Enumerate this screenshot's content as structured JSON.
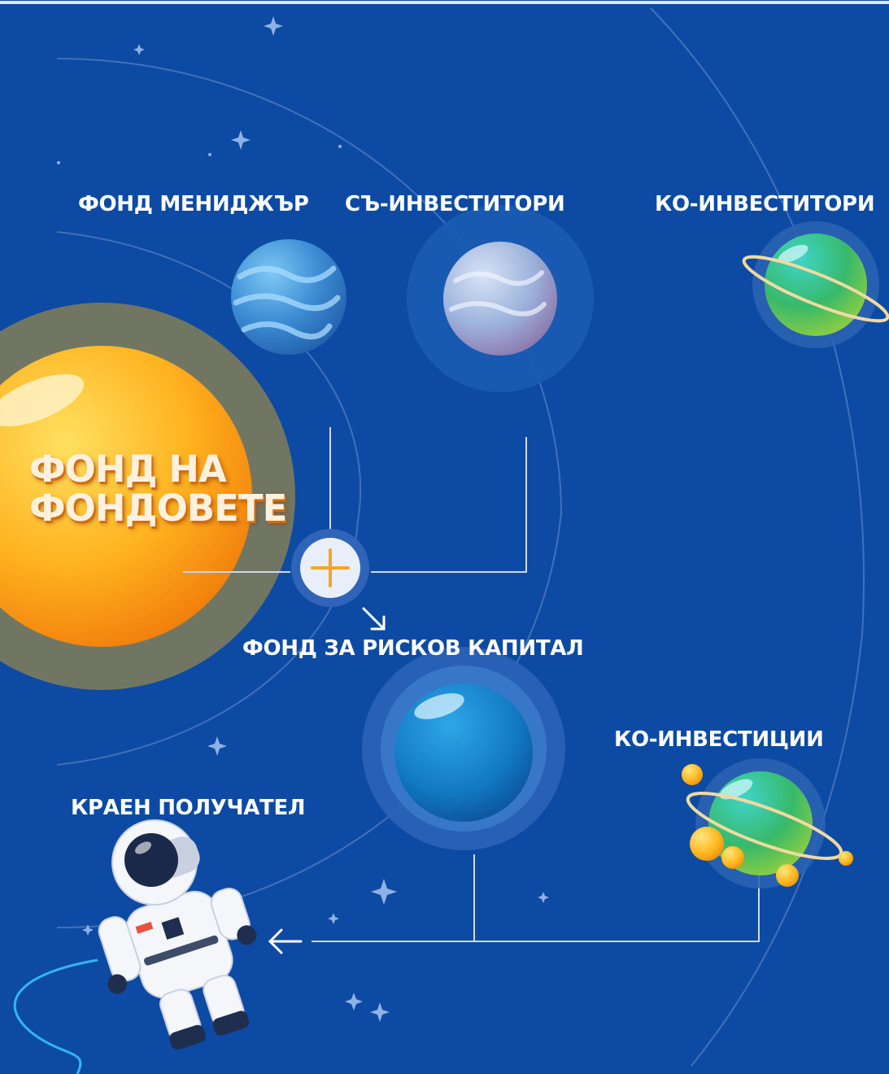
{
  "diagram": {
    "center": {
      "title_line1": "ФОНД НА",
      "title_line2": "ФОНДОВЕТЕ"
    },
    "labels": {
      "fund_manager": "ФОНД МЕНИДЖЪР",
      "co_investors_1": "СЪ-ИНВЕСТИТОРИ",
      "co_investors_2": "КО-ИНВЕСТИТОРИ",
      "vc_fund": "ФОНД ЗА РИСКОВ КАПИТАЛ",
      "co_investments": "КО-ИНВЕСТИЦИИ",
      "final_recipient": "КРАЕН ПОЛУЧАТЕЛ"
    },
    "colors": {
      "background": "#0d4aa3",
      "sun": "#ffa91a",
      "sun_halo": "#7a7a5c",
      "connector_line": "#cfd8ee",
      "accent_orange": "#f5a623"
    }
  }
}
